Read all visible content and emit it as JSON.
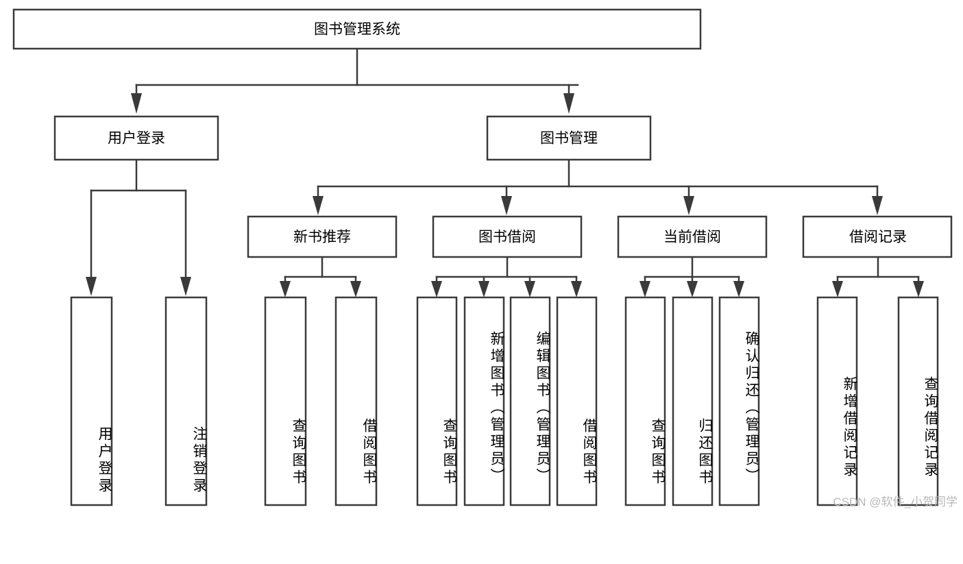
{
  "diagram": {
    "title": "图书管理系统",
    "watermark": "CSDN @软件_小贺同学",
    "colors": {
      "stroke": "#3a3a3a",
      "fill": "#ffffff",
      "text": "#000000",
      "watermark": "#b8b8b8"
    },
    "root": {
      "label": "图书管理系统"
    },
    "level2": [
      {
        "label": "用户登录"
      },
      {
        "label": "图书管理"
      }
    ],
    "level3": [
      {
        "label": "新书推荐"
      },
      {
        "label": "图书借阅"
      },
      {
        "label": "当前借阅"
      },
      {
        "label": "借阅记录"
      }
    ],
    "leaves": {
      "user_login": [
        {
          "label": "用户登录"
        },
        {
          "label": "注销登录"
        }
      ],
      "new_book": [
        {
          "label": "查询图书"
        },
        {
          "label": "借阅图书"
        }
      ],
      "book_borrow": [
        {
          "label": "查询图书"
        },
        {
          "label": "新增图书（管理员）"
        },
        {
          "label": "编辑图书（管理员）"
        },
        {
          "label": "借阅图书"
        }
      ],
      "current_borrow": [
        {
          "label": "查询图书"
        },
        {
          "label": "归还图书"
        },
        {
          "label": "确认归还（管理员）"
        }
      ],
      "borrow_record": [
        {
          "label": "新增借阅记录"
        },
        {
          "label": "查询借阅记录"
        }
      ]
    }
  }
}
